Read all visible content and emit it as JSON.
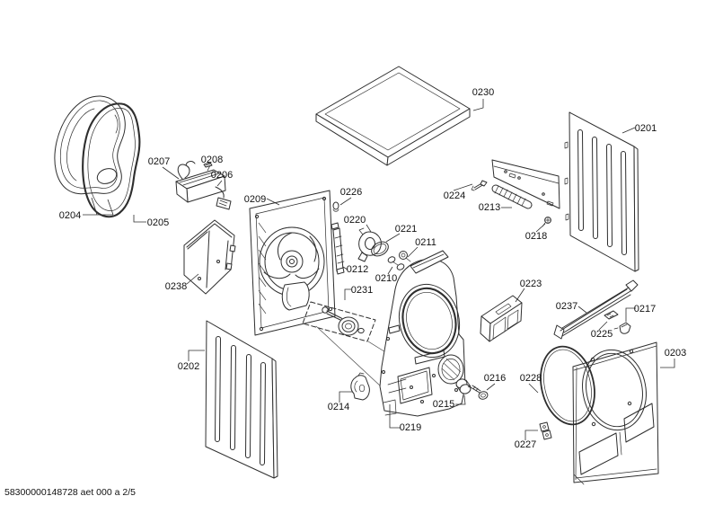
{
  "footer": {
    "code": "58300000148728 aet 000 a 2/5"
  },
  "parts": [
    {
      "number": "0230"
    },
    {
      "number": "0201"
    },
    {
      "number": "0204"
    },
    {
      "number": "0205"
    },
    {
      "number": "0207"
    },
    {
      "number": "0208"
    },
    {
      "number": "0206"
    },
    {
      "number": "0209"
    },
    {
      "number": "0226"
    },
    {
      "number": "0220"
    },
    {
      "number": "0221"
    },
    {
      "number": "0211"
    },
    {
      "number": "0212"
    },
    {
      "number": "0210"
    },
    {
      "number": "0231"
    },
    {
      "number": "0224"
    },
    {
      "number": "0213"
    },
    {
      "number": "0218"
    },
    {
      "number": "0223"
    },
    {
      "number": "0237"
    },
    {
      "number": "0217"
    },
    {
      "number": "0225"
    },
    {
      "number": "0238"
    },
    {
      "number": "0202"
    },
    {
      "number": "0214"
    },
    {
      "number": "0219"
    },
    {
      "number": "0215"
    },
    {
      "number": "0216"
    },
    {
      "number": "0228"
    },
    {
      "number": "0203"
    },
    {
      "number": "0227"
    }
  ]
}
